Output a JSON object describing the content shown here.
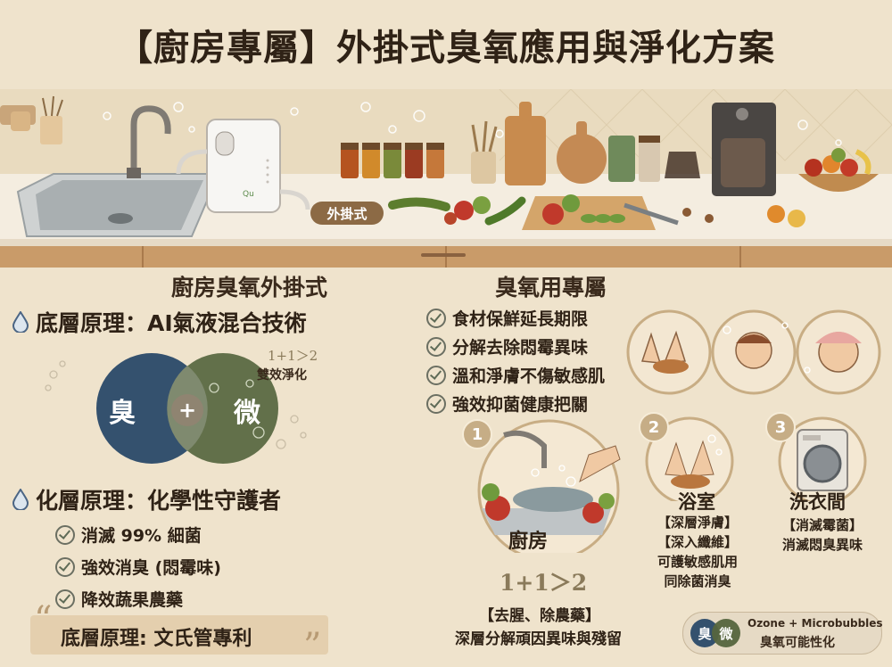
{
  "title": "【廚房專屬】外掛式臭氧應用與淨化方案",
  "kitchen": {
    "device_badge": "外掛式",
    "device_logo": "Qu"
  },
  "left": {
    "section_title": "廚房臭氧外掛式",
    "principle1": "底層原理：AI氣液混合技術",
    "venn": {
      "left_label": "臭",
      "right_label": "微",
      "plus": "+",
      "note_top": "1+1＞2",
      "note_bottom": "雙效淨化"
    },
    "principle2": "化層原理：化學性守護者",
    "checks": [
      "消滅 99% 細菌",
      "強效消臭 (悶霉味)",
      "降效蔬果農藥"
    ],
    "quote": "底層原理: 文氏管專利"
  },
  "right": {
    "section_title": "臭氧用專屬",
    "checks": [
      "食材保鮮延長期限",
      "分解去除悶霉異味",
      "溫和淨膚不傷敏感肌",
      "強效抑菌健康把關"
    ],
    "scenes": [
      {
        "num": "1",
        "title": "廚房",
        "formula": "1+1＞2",
        "desc1": "【去腥、除農藥】",
        "desc2": "深層分解頑因異味與殘留"
      },
      {
        "num": "2",
        "title": "浴室",
        "line1": "【深層淨膚】",
        "line2": "【深入纖維】",
        "line3": "可護敏感肌用",
        "line4": "同除菌消臭"
      },
      {
        "num": "3",
        "title": "洗衣間",
        "line1": "【消滅霉菌】",
        "line2": "消滅悶臭異味"
      }
    ],
    "badge": {
      "left_char": "臭",
      "right_char": "微",
      "line1": "Ozone + Microbubbles",
      "line2": "臭氧可能性化"
    }
  },
  "colors": {
    "background": "#efe3cc",
    "venn_blue": "#34516e",
    "venn_green": "#56663f",
    "accent": "#c6ad86"
  }
}
